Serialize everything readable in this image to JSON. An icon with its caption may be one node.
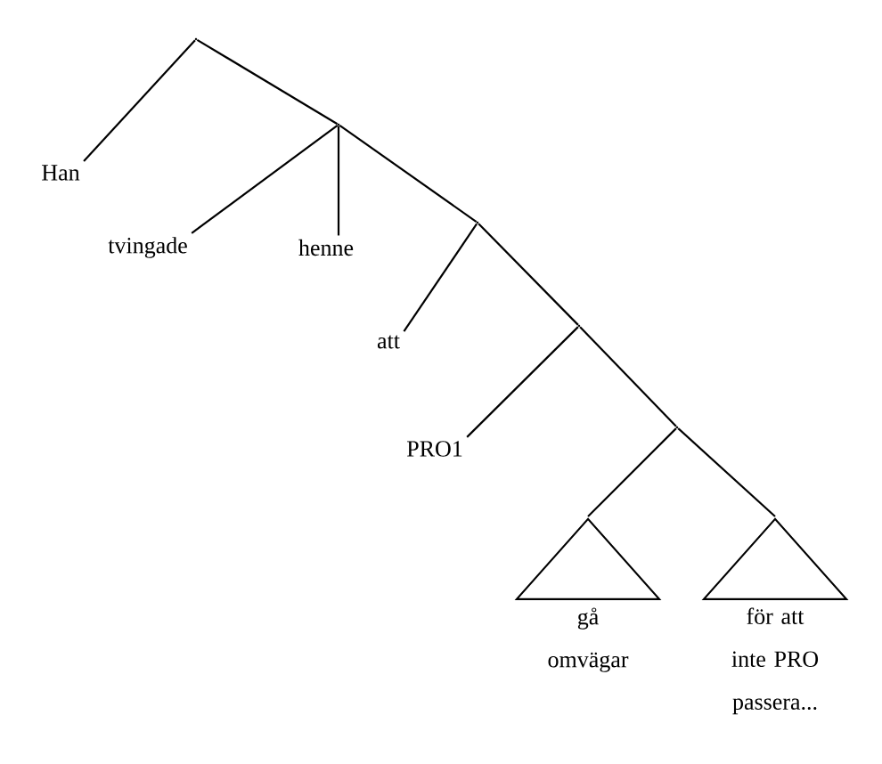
{
  "diagram": {
    "nodes": [
      {
        "text": [],
        "shape": "point"
      },
      {
        "text": [
          "Han"
        ]
      },
      {
        "text": [],
        "shape": "point"
      },
      {
        "text": [
          "tvingade"
        ]
      },
      {
        "text": [
          "henne"
        ]
      },
      {
        "text": [],
        "shape": "point"
      },
      {
        "text": [
          "att"
        ]
      },
      {
        "text": [],
        "shape": "point"
      },
      {
        "text": [
          "PRO1"
        ]
      },
      {
        "text": [],
        "shape": "point"
      },
      {
        "text": [
          "gå omvägar"
        ]
      },
      {
        "text": [
          "för att inte PRO passera..."
        ]
      }
    ],
    "edges": [
      {
        "from": 0,
        "to": 1,
        "arrow": "none"
      },
      {
        "from": 0,
        "to": 2,
        "arrow": "none"
      },
      {
        "from": 2,
        "to": 3,
        "arrow": "none"
      },
      {
        "from": 2,
        "to": 4,
        "arrow": "none"
      },
      {
        "from": 2,
        "to": 5,
        "arrow": "none"
      },
      {
        "from": 5,
        "to": 6,
        "arrow": "none"
      },
      {
        "from": 5,
        "to": 7,
        "arrow": "none"
      },
      {
        "from": 7,
        "to": 8,
        "arrow": "none"
      },
      {
        "from": 7,
        "to": 9,
        "arrow": "none"
      },
      {
        "from": 9,
        "to": 10,
        "arrow": "none"
      },
      {
        "from": 9,
        "to": 11,
        "arrow": "none"
      }
    ]
  }
}
